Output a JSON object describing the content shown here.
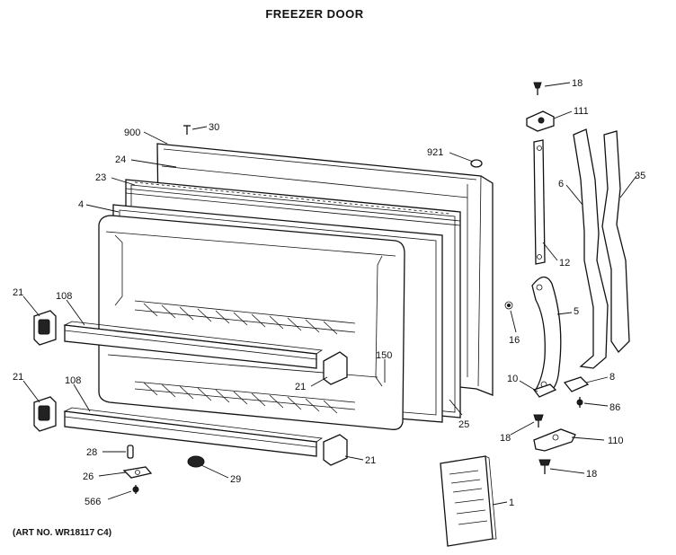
{
  "diagram": {
    "title": "FREEZER DOOR",
    "art_number": "(ART NO. WR18117 C4)"
  },
  "callouts": {
    "c18a": "18",
    "c111": "111",
    "c30": "30",
    "c900": "900",
    "c921": "921",
    "c24": "24",
    "c23": "23",
    "c4": "4",
    "c6": "6",
    "c35": "35",
    "c12": "12",
    "c21a": "21",
    "c108a": "108",
    "c16": "16",
    "c5": "5",
    "c150": "150",
    "c21b": "21",
    "c21c": "21",
    "c108b": "108",
    "c10": "10",
    "c8": "8",
    "c86": "86",
    "c25": "25",
    "c18b": "18",
    "c110": "110",
    "c28": "28",
    "c21d": "21",
    "c26": "26",
    "c29": "29",
    "c18c": "18",
    "c566": "566",
    "c1": "1"
  }
}
